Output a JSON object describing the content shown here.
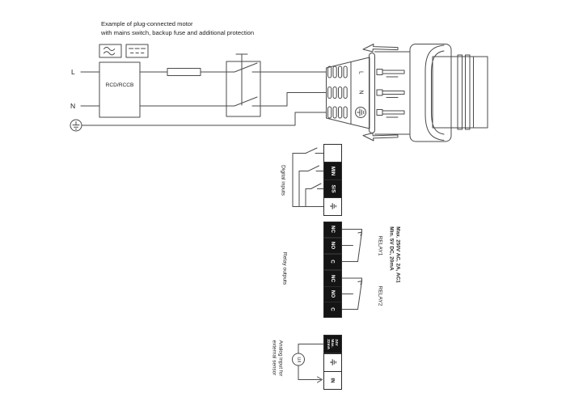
{
  "title": {
    "line1": "Example of plug-connected motor",
    "line2": "with mains switch, backup fuse and additional protection"
  },
  "mains": {
    "l_label": "L",
    "n_label": "N",
    "rcd_label": "RCD/RCCB"
  },
  "plug": {
    "l_label": "L",
    "n_label": "N"
  },
  "digital_inputs": {
    "section_label": "Digital inputs",
    "terminal_blank": "",
    "terminal_min": "MIN",
    "terminal_ss": "S/S"
  },
  "relay_outputs": {
    "section_label": "Relay outputs",
    "relay1_label": "RELAY1",
    "relay2_label": "RELAY2",
    "terminal_nc": "NC",
    "terminal_no": "NO",
    "terminal_c": "C",
    "spec_line1": "Max. 250V AC, 2A, AC1",
    "spec_line2": "Min. 5V DC, 20mA"
  },
  "analog_input": {
    "section_label_line1": "Analog input for",
    "section_label_line2": "external sensor",
    "supply_line1": "24V",
    "supply_line2": "Max.",
    "supply_line3": "22mA",
    "terminal_in": "IN",
    "sensor_label": "U/I"
  },
  "colors": {
    "line": "#4a4a4a",
    "terminal_dark_bg": "#141414",
    "terminal_text_light": "#ffffff",
    "text": "#231f20",
    "background": "#ffffff"
  }
}
